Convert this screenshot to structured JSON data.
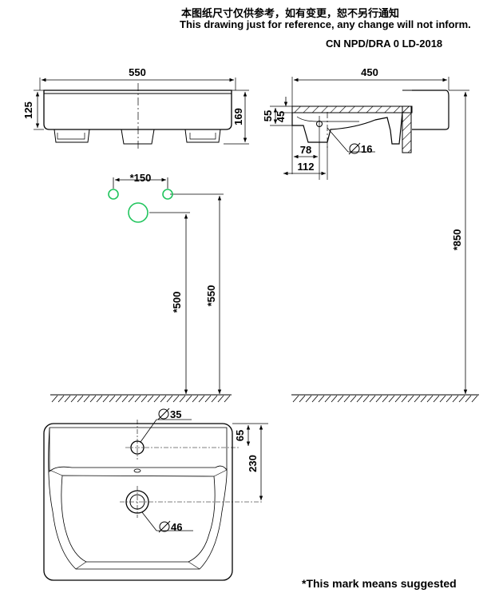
{
  "header": {
    "notice_cn": "本图纸尺寸仅供参考，如有变更，恕不另行通知",
    "notice_en": "This drawing just for reference, any change will not inform.",
    "drawing_code": "CN NPD/DRA 0 LD-2018"
  },
  "front_view": {
    "width": "550",
    "height_basin": "125",
    "height_total": "169"
  },
  "side_view": {
    "depth": "450",
    "top_thickness": "55",
    "dim_45": "45",
    "dim_78": "78",
    "dim_112": "112",
    "overflow_dia": "16",
    "mount_height": "*850"
  },
  "install": {
    "tap_spacing": "*150",
    "tap_height": "*550",
    "drain_height": "*500"
  },
  "plan_view": {
    "tap_hole_dia": "35",
    "tap_offset": "65",
    "drain_offset": "230",
    "drain_dia": "46"
  },
  "footnote": "*This mark means suggested",
  "colors": {
    "line": "#000000",
    "highlight": "#22c55e"
  }
}
